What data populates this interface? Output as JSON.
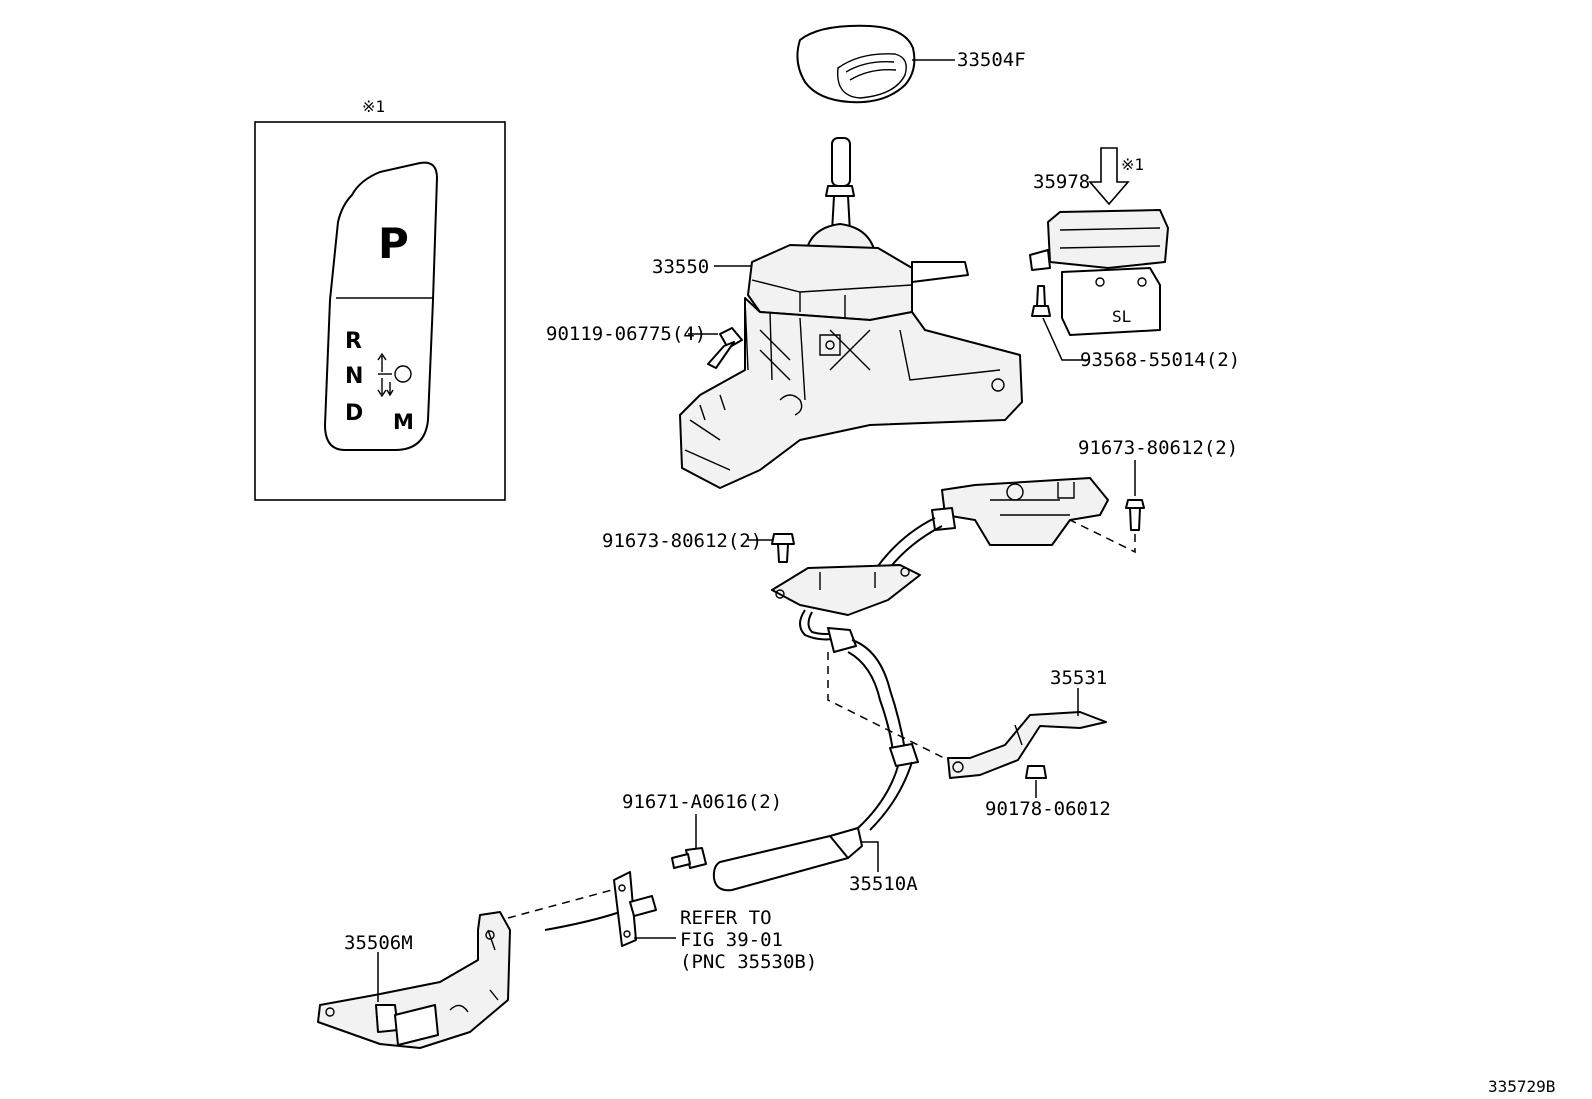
{
  "inset": {
    "note": "※1",
    "gear_p": "P",
    "gear_r": "R",
    "gear_n": "N",
    "gear_d": "D",
    "gear_m": "M"
  },
  "labels": {
    "knob": "33504F",
    "shifter": "33550",
    "bolt_90119": "90119-06775(4)",
    "switch": "35978",
    "switch_note": "※1",
    "screw_93568": "93568-55014(2)",
    "bolt_91673_right": "91673-80612(2)",
    "bolt_91673_left": "91673-80612(2)",
    "bracket_35531": "35531",
    "nut_90178": "90178-06012",
    "bolt_91671": "91671-A0616(2)",
    "cable": "35510A",
    "bracket_35506": "35506M",
    "refer_line1": "REFER TO",
    "refer_line2": "FIG 39-01",
    "refer_line3": "(PNC 35530B)",
    "figure_code": "335729B"
  }
}
